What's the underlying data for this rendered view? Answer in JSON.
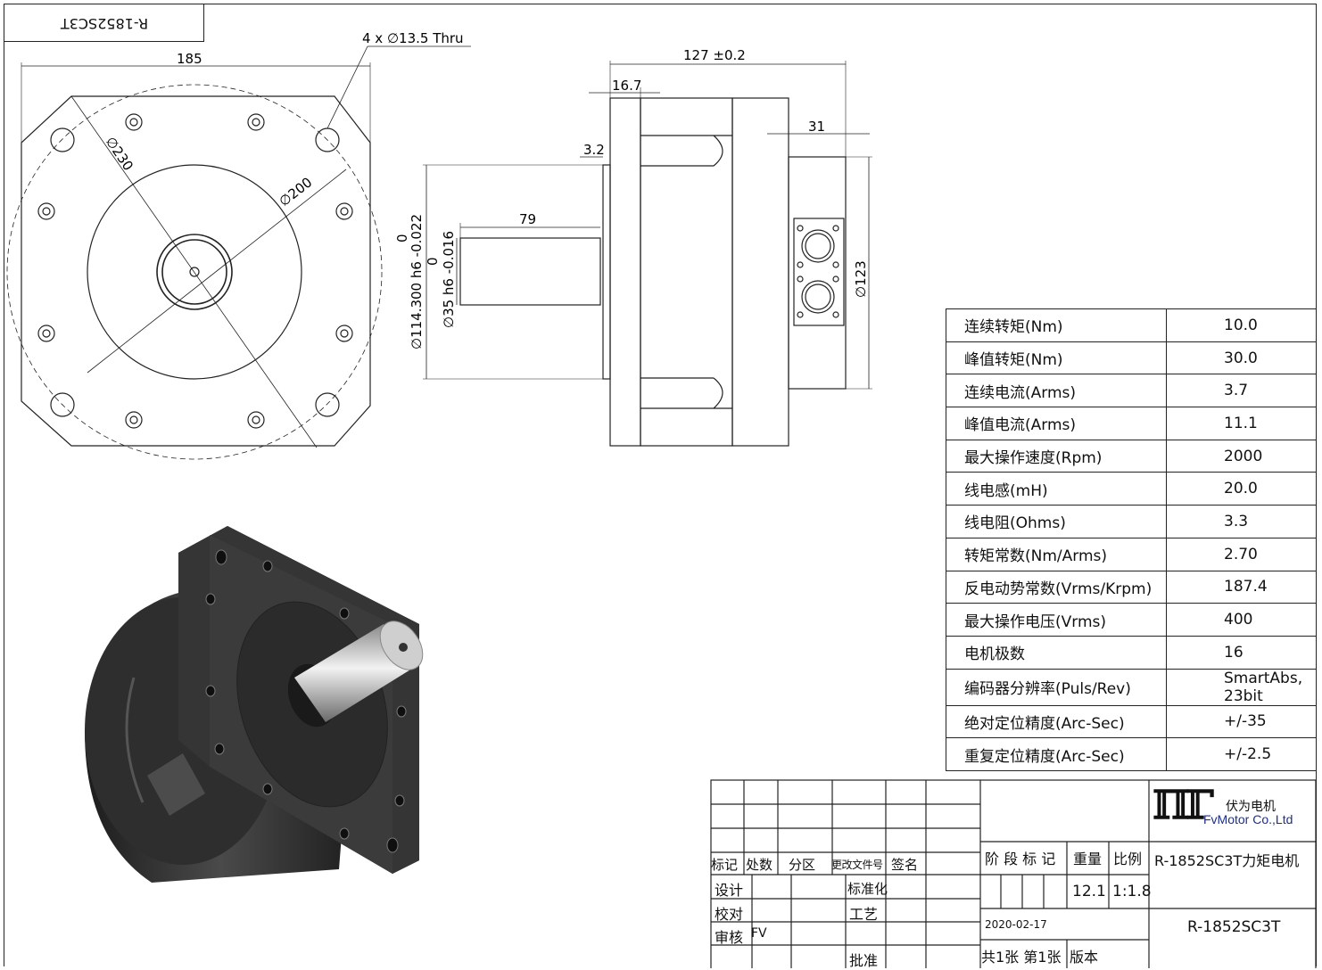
{
  "drawing": {
    "mirrored_title": "R-1852SC3T",
    "dimensions": {
      "hole_note": "4 x ∅13.5 Thru",
      "width_185": "185",
      "dia_230": "∅230",
      "dia_200": "∅200",
      "length_127": "127 ±0.2",
      "flange_16_7": "16.7",
      "connector_31": "31",
      "pilot_3_2": "3.2",
      "shaft_79": "79",
      "pilot_dia": "∅114.300 h6 -0.022",
      "pilot_tol_zero": "0",
      "shaft_dia": "∅35 h6 -0.016",
      "shaft_tol_zero": "0",
      "body_dia_123": "∅123"
    }
  },
  "specs": [
    {
      "label": "连续转矩(Nm)",
      "value": "10.0"
    },
    {
      "label": "峰值转矩(Nm)",
      "value": "30.0"
    },
    {
      "label": "连续电流(Arms)",
      "value": "3.7"
    },
    {
      "label": "峰值电流(Arms)",
      "value": "11.1"
    },
    {
      "label": "最大操作速度(Rpm)",
      "value": "2000"
    },
    {
      "label": "线电感(mH)",
      "value": "20.0"
    },
    {
      "label": "线电阻(Ohms)",
      "value": "3.3"
    },
    {
      "label": "转矩常数(Nm/Arms)",
      "value": "2.70"
    },
    {
      "label": "反电动势常数(Vrms/Krpm)",
      "value": "187.4"
    },
    {
      "label": "最大操作电压(Vrms)",
      "value": "400"
    },
    {
      "label": "电机极数",
      "value": "16"
    },
    {
      "label": "编码器分辨率(Puls/Rev)",
      "value": "SmartAbs, 23bit"
    },
    {
      "label": "绝对定位精度(Arc-Sec)",
      "value": "+/-35"
    },
    {
      "label": "重复定位精度(Arc-Sec)",
      "value": "+/-2.5"
    }
  ],
  "title_block": {
    "hdr_mark": "标记",
    "hdr_count": "处数",
    "hdr_zone": "分区",
    "hdr_change_doc": "更改文件号",
    "hdr_sign": "签名",
    "design": "设计",
    "check": "校对",
    "review": "审核",
    "reviewer": "FV",
    "standardize": "标准化",
    "process": "工艺",
    "approve": "批准",
    "stage_mark": "阶 段 标 记",
    "weight_label": "重量",
    "scale_label": "比例",
    "weight": "12.1",
    "scale": "1:1.8",
    "date": "2020-02-17",
    "sheets": "共1张  第1张",
    "version": "版本",
    "company_cn": "伏为电机",
    "company_en": "FvMotor Co.,Ltd",
    "product_name": "R-1852SC3T力矩电机",
    "part_number": "R-1852SC3T"
  },
  "colors": {
    "line": "#222222",
    "motor_body": "#2a2a2a",
    "motor_face": "#3a3a3a",
    "shaft_light": "#e6e6e6",
    "logo_blue": "#1c2f8c"
  }
}
